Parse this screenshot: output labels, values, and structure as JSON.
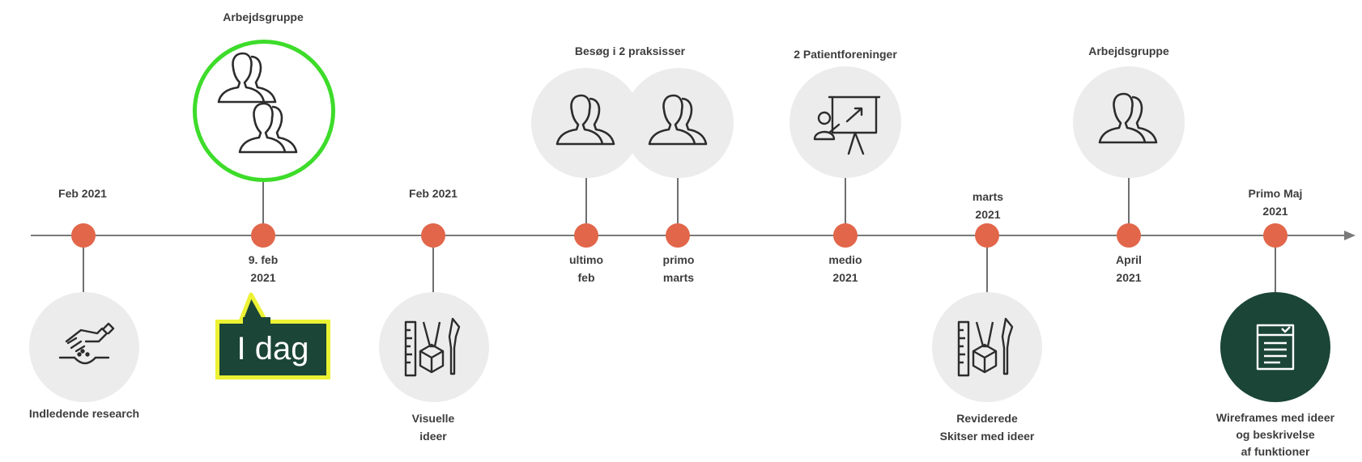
{
  "milestones": [
    {
      "date": "Feb 2021",
      "caption": "Indledende research",
      "icon": "handshake-research-icon"
    },
    {
      "date": "9. feb\n2021",
      "title": "Arbejdsgruppe",
      "icon": "user-group-icon",
      "highlight": "current"
    },
    {
      "date": "Feb 2021",
      "caption": "Visuelle\nideer",
      "icon": "design-tools-icon"
    },
    {
      "date": "ultimo\nfeb",
      "icon": "user-group-icon"
    },
    {
      "date": "primo\nmarts",
      "icon": "user-group-icon"
    },
    {
      "date": "medio\n2021",
      "title": "2 Patientforeninger",
      "icon": "presentation-board-icon"
    },
    {
      "date": "marts\n2021",
      "caption": "Reviderede\nSkitser med ideer",
      "icon": "design-tools-icon"
    },
    {
      "date": "April\n2021",
      "title": "Arbejdsgruppe",
      "icon": "user-group-icon"
    },
    {
      "date": "Primo Maj\n2021",
      "caption": "Wireframes med ideer\nog beskrivelse\naf funktioner",
      "icon": "wireframe-document-icon"
    }
  ],
  "group_title": "Besøg i 2 praksisser",
  "today_label": "I dag",
  "colors": {
    "dot": "#e2664a",
    "highlight_ring": "#3ddc2a",
    "today_bg": "#1b4536",
    "today_border": "#ecf233",
    "circle_bg": "#ececec",
    "axis": "#7a7a7a"
  }
}
